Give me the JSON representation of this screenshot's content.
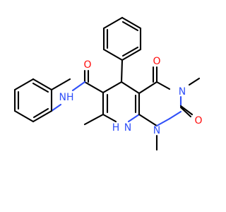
{
  "molecule": {
    "colors": {
      "carbon": "#000000",
      "nitrogen": "#3050f8",
      "oxygen": "#ff0d0d"
    },
    "atom_labels": {
      "amide_oxygen": "O",
      "amide_nh": "NH",
      "ring_nh": "H",
      "ring_n": "N",
      "n3": "N",
      "n1": "N",
      "n8": "N",
      "oxo4": "O",
      "oxo2": "O"
    }
  }
}
